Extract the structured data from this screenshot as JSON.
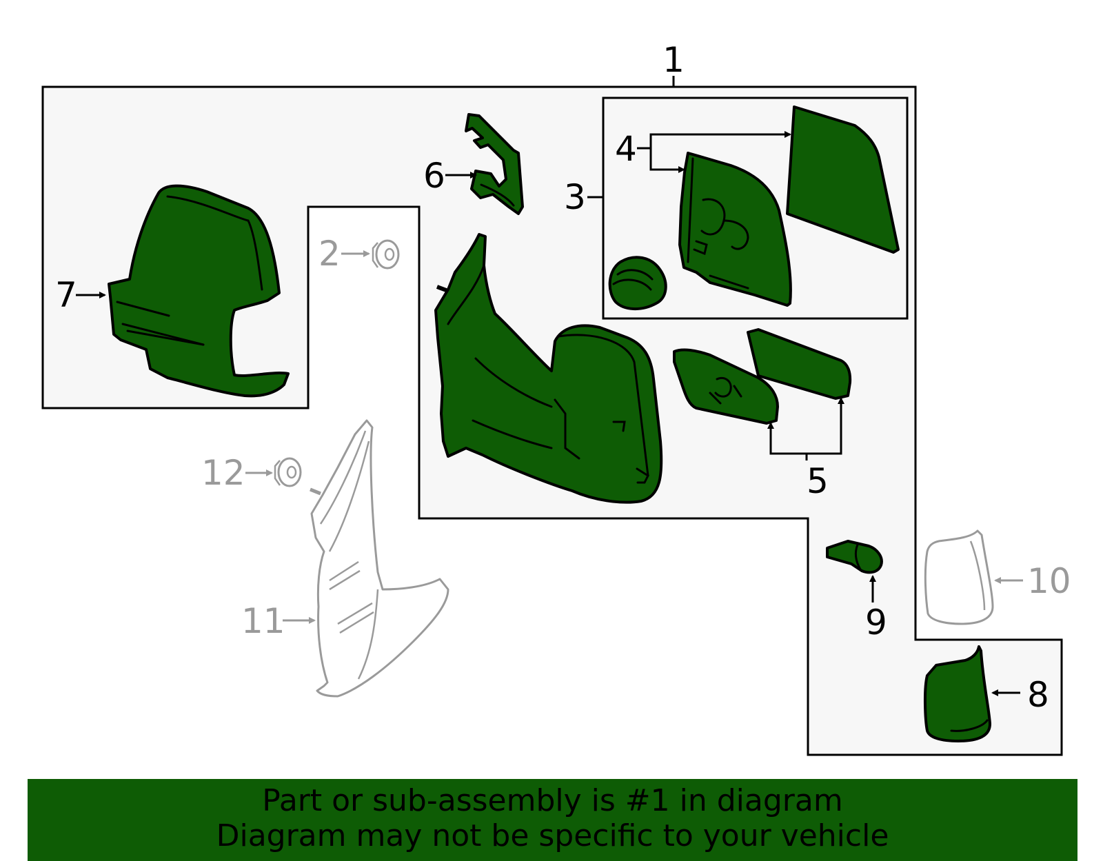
{
  "diagram": {
    "callouts": {
      "c1": "1",
      "c2": "2",
      "c3": "3",
      "c4": "4",
      "c5": "5",
      "c6": "6",
      "c7": "7",
      "c8": "8",
      "c9": "9",
      "c10": "10",
      "c11": "11",
      "c12": "12"
    },
    "colors": {
      "part_fill": "#0e5c05",
      "panel_fill": "#f7f7f7",
      "outline": "#000000",
      "not_included": "#9a9a9a"
    }
  },
  "footer": {
    "line1": "Part or sub-assembly is #1 in diagram",
    "line2": "Diagram may not be specific to your vehicle"
  }
}
